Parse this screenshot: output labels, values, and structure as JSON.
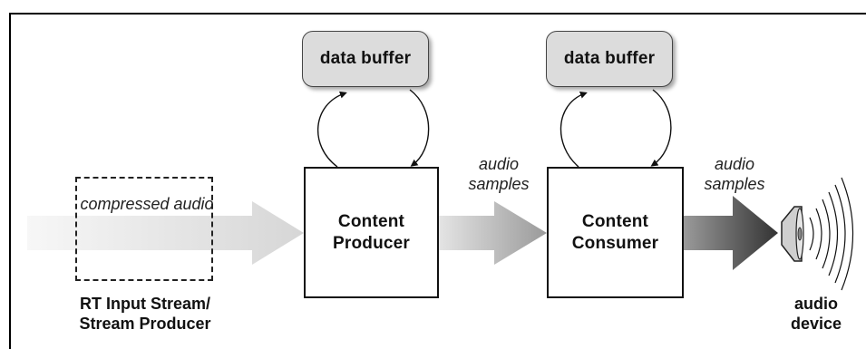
{
  "buffers": [
    {
      "label": "data buffer"
    },
    {
      "label": "data buffer"
    }
  ],
  "producer": {
    "line1": "Content",
    "line2": "Producer"
  },
  "consumer": {
    "line1": "Content",
    "line2": "Consumer"
  },
  "input": {
    "flow_label": "compressed audio",
    "caption_line1": "RT Input Stream/",
    "caption_line2": "Stream Producer"
  },
  "flow1": {
    "line1": "audio",
    "line2": "samples"
  },
  "flow2": {
    "line1": "audio",
    "line2": "samples"
  },
  "device": {
    "line1": "audio",
    "line2": "device"
  }
}
